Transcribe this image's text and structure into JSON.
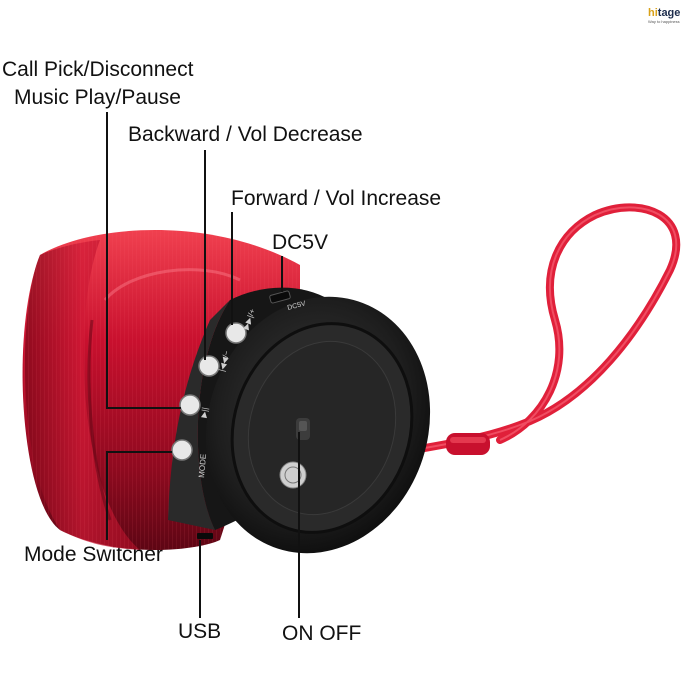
{
  "logo": {
    "brand_prefix": "hi",
    "brand_suffix": "tage",
    "tagline": "Way to happiness"
  },
  "labels": {
    "call": "Call Pick/Disconnect",
    "music": "Music Play/Pause",
    "backward": "Backward / Vol Decrease",
    "forward": "Forward / Vol Increase",
    "dc": "DC5V",
    "mode": "Mode Switcher",
    "usb": "USB",
    "onoff": "ON OFF"
  },
  "device_text": {
    "mode": "MODE",
    "dc": "DC5V"
  },
  "colors": {
    "body_red": "#c8102e",
    "cap_black": "#1b1b1b",
    "strap": "#e0203a",
    "line": "#111111"
  }
}
